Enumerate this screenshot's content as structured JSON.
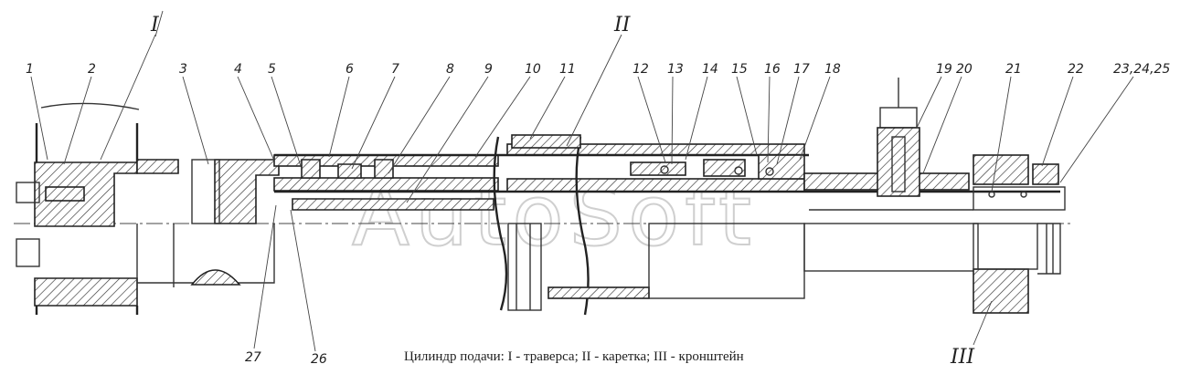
{
  "caption": "Цилиндр подачи: I - траверса; II - каретка; III - кронштейн",
  "watermark": "AutoSoft",
  "section_marks": {
    "I": "I",
    "II": "II",
    "III": "III"
  },
  "part_numbers": [
    "1",
    "2",
    "3",
    "4",
    "5",
    "6",
    "7",
    "8",
    "9",
    "10",
    "11",
    "12",
    "13",
    "14",
    "15",
    "16",
    "17",
    "18",
    "19",
    "20",
    "21",
    "22",
    "23,24,25",
    "26",
    "27"
  ],
  "colors": {
    "line": "#222222",
    "watermark": "#cfcfcf",
    "background": "#ffffff"
  }
}
